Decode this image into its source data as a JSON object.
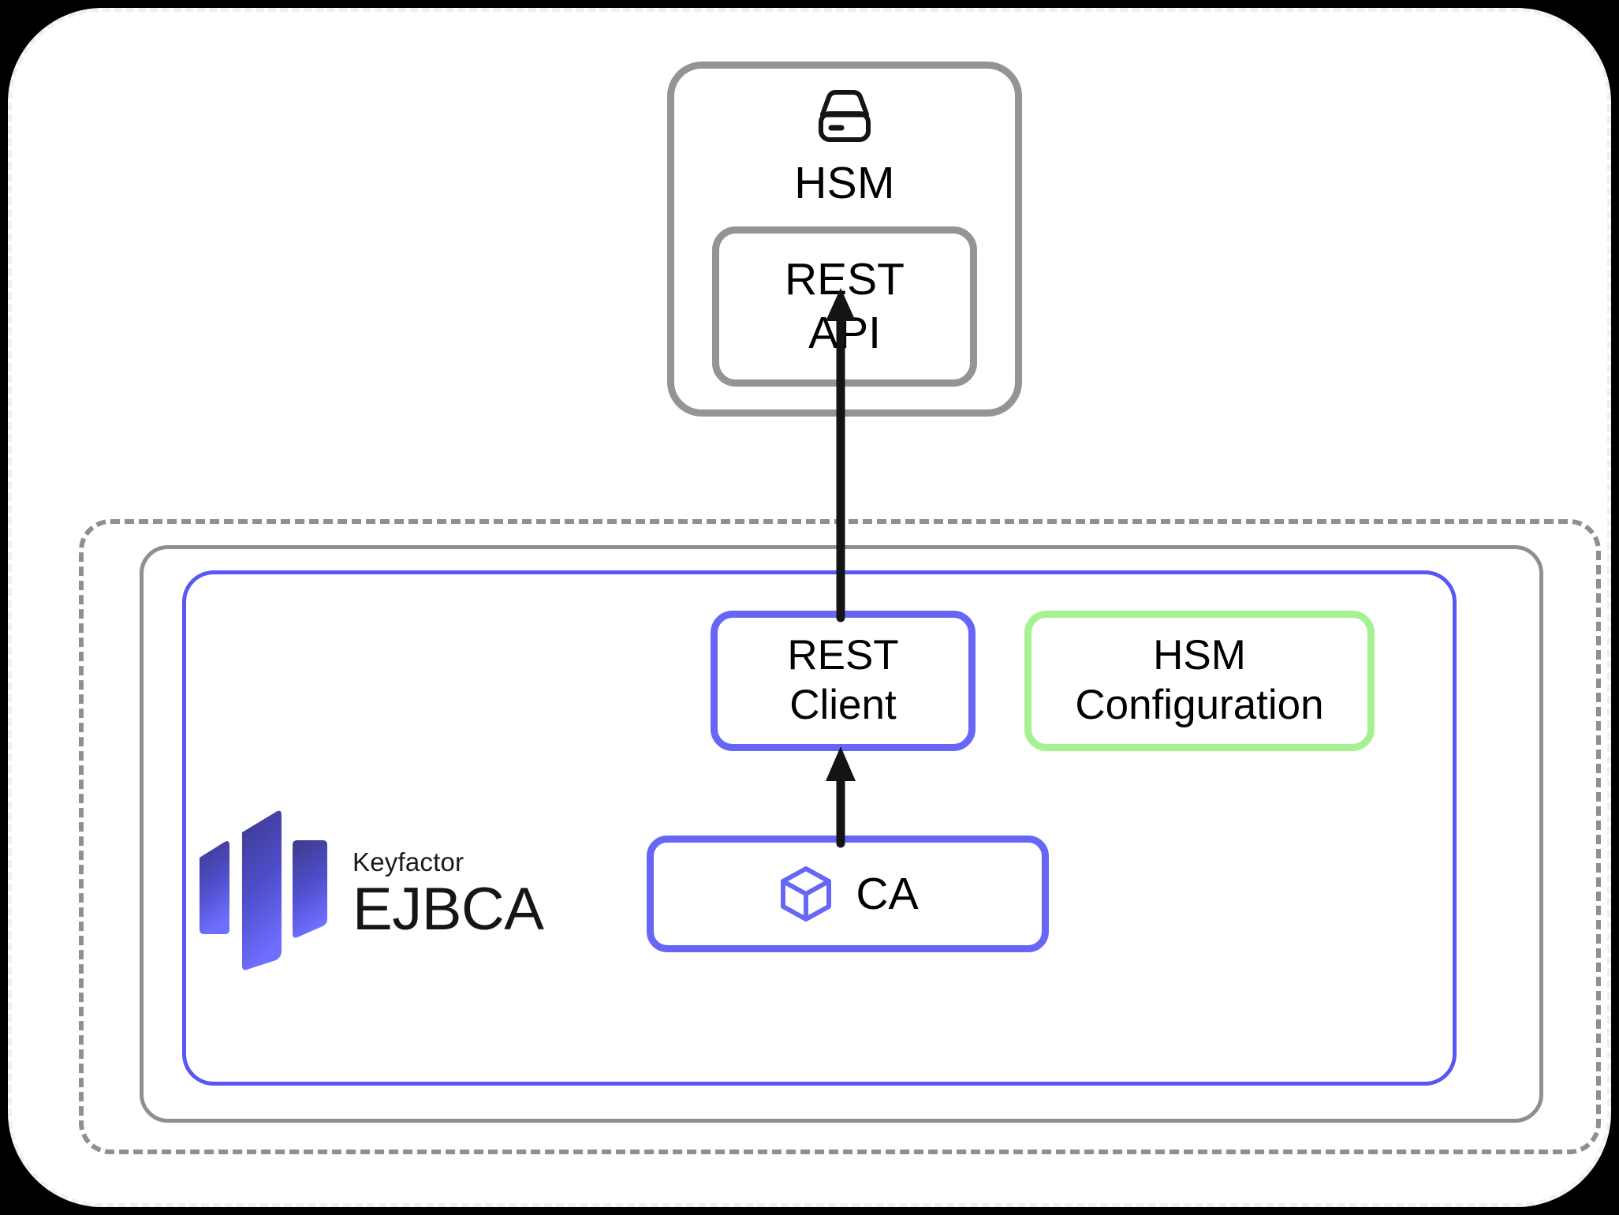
{
  "diagram": {
    "title": "EJBCA HSM REST integration architecture",
    "type": "architecture-block-diagram"
  },
  "hsm": {
    "icon": "hard-drive-icon",
    "label": "HSM",
    "border_color": "#949494",
    "rest_api": {
      "line1": "REST",
      "line2": "API",
      "border_color": "#949494"
    }
  },
  "deployment": {
    "dashed_border_color": "#8f8f8f",
    "grey_border_color": "#8f8f8f",
    "ejbca_border_color": "#5757f5"
  },
  "ejbca": {
    "logo": {
      "mark": "keyfactor-bars-icon",
      "brand": "Keyfactor",
      "product": "EJBCA",
      "gradient_top": "#3d3a8c",
      "gradient_bottom": "#6e6eff"
    },
    "rest_client": {
      "line1": "REST",
      "line2": "Client",
      "border_color": "#6767f7"
    },
    "hsm_configuration": {
      "line1": "HSM",
      "line2": "Configuration",
      "border_color": "#a5f291"
    },
    "ca": {
      "icon": "cube-icon",
      "label": "CA",
      "border_color": "#6767f7",
      "icon_color": "#6767f7"
    }
  },
  "arrows": [
    {
      "name": "ca-to-rest-client",
      "from": "CA",
      "to": "REST Client",
      "color": "#141414"
    },
    {
      "name": "rest-client-to-rest-api",
      "from": "REST Client",
      "to": "REST API",
      "color": "#141414"
    }
  ]
}
